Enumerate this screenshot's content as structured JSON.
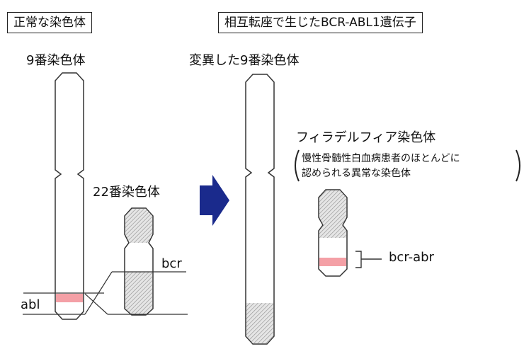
{
  "left_panel": {
    "title": "正常な染色体",
    "chr9_label": "9番染色体",
    "chr22_label": "22番染色体",
    "abl_label": "abl",
    "bcr_label": "bcr"
  },
  "right_panel": {
    "title": "相互転座で生じたBCR-ABL1遺伝子",
    "mutated_chr9_label": "変異した9番染色体",
    "philadelphia_label": "フィラデルフィア染色体",
    "philadelphia_note_line1": "慢性骨髄性白血病患者のほとんどに",
    "philadelphia_note_line2": "認められる異常な染色体",
    "fusion_label": "bcr-abr"
  },
  "colors": {
    "outline": "#333333",
    "gene_band": "#f4a0a6",
    "arrow": "#1a2a8c",
    "hatch": "#bbbbbb"
  },
  "icons": {
    "arrow": "right-arrow-icon"
  }
}
